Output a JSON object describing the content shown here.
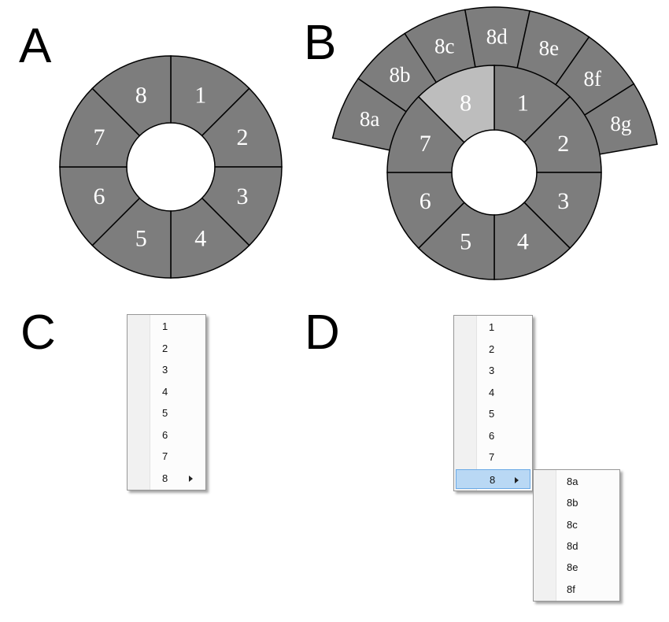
{
  "panels": {
    "a": "A",
    "b": "B",
    "c": "C",
    "d": "D"
  },
  "colors": {
    "segment": "#7d7d7d",
    "selected_segment": "#bdbdbd",
    "outline": "#000000",
    "segment_text": "#ffffff",
    "menu_highlight": "#b9d8f4",
    "menu_highlight_border": "#69a9e6"
  },
  "pie_a": {
    "labels": [
      "1",
      "2",
      "3",
      "4",
      "5",
      "6",
      "7",
      "8"
    ]
  },
  "pie_b": {
    "labels": [
      "1",
      "2",
      "3",
      "4",
      "5",
      "6",
      "7",
      "8"
    ],
    "selected": "8",
    "sub_labels": [
      "8a",
      "8b",
      "8c",
      "8d",
      "8e",
      "8f",
      "8g"
    ]
  },
  "menu_c": {
    "items": [
      "1",
      "2",
      "3",
      "4",
      "5",
      "6",
      "7",
      "8"
    ],
    "submenu_item": "8"
  },
  "menu_d": {
    "items": [
      "1",
      "2",
      "3",
      "4",
      "5",
      "6",
      "7",
      "8"
    ],
    "highlighted": "8",
    "submenu": [
      "8a",
      "8b",
      "8c",
      "8d",
      "8e",
      "8f"
    ]
  }
}
